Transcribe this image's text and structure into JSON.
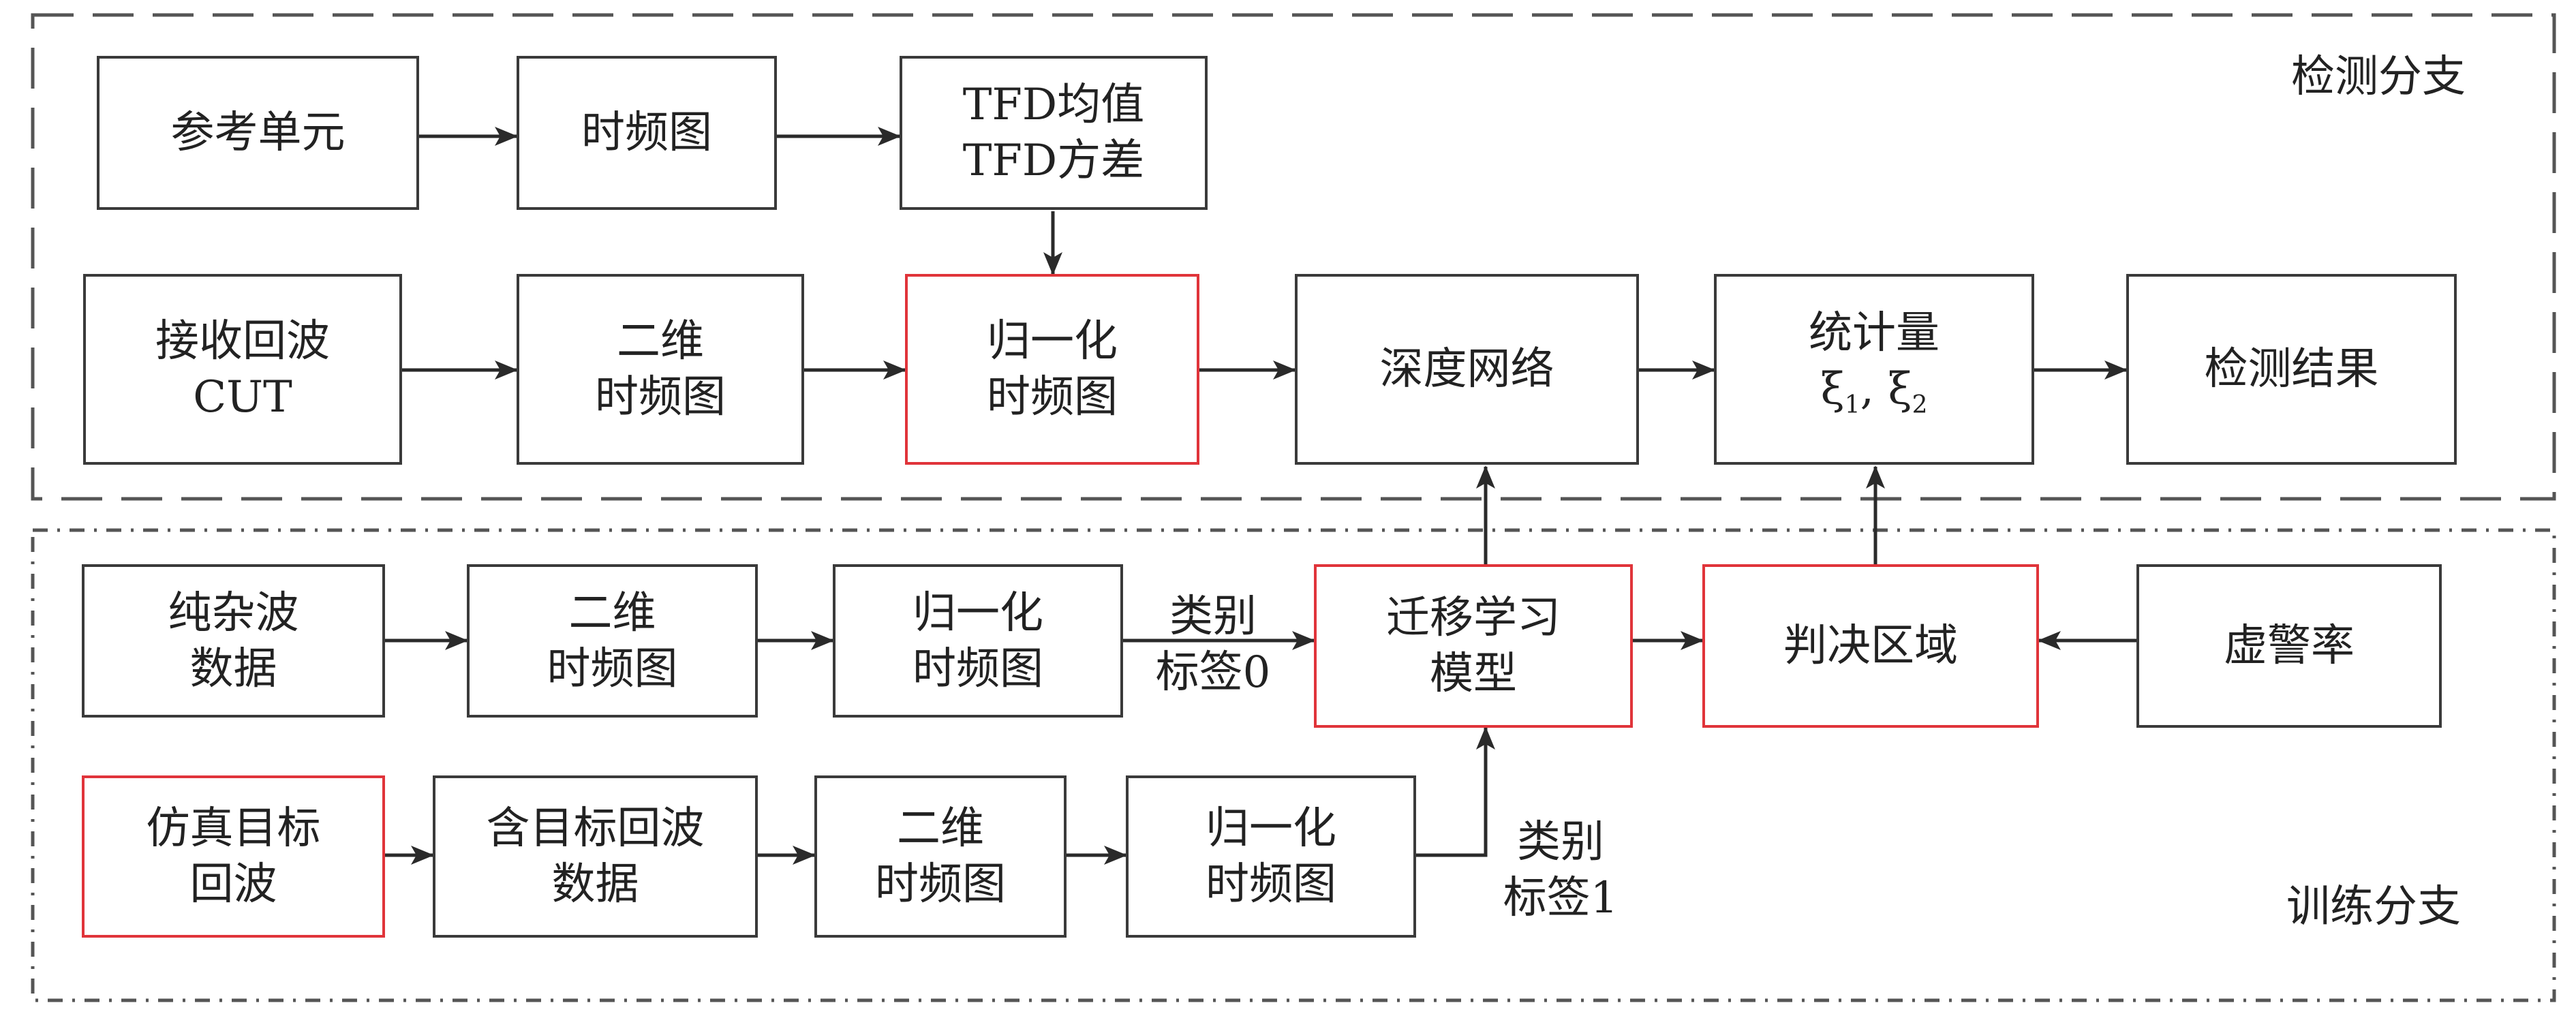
{
  "regions": {
    "detection_label": "检测分支",
    "training_label": "训练分支"
  },
  "boxes": {
    "ref_unit": [
      "参考单元"
    ],
    "tfd_ref": [
      "时频图"
    ],
    "tfd_stats": [
      "TFD均值",
      "TFD方差"
    ],
    "echo_cut": [
      "接收回波",
      "CUT"
    ],
    "tfd_2d_det": [
      "二维",
      "时频图"
    ],
    "norm_det": [
      "归一化",
      "时频图"
    ],
    "deep_net": [
      "深度网络"
    ],
    "statistic": [
      "统计量",
      "ξ1, ξ2"
    ],
    "result": [
      "检测结果"
    ],
    "clutter": [
      "纯杂波",
      "数据"
    ],
    "tfd_2d_clutter": [
      "二维",
      "时频图"
    ],
    "norm_clutter": [
      "归一化",
      "时频图"
    ],
    "transfer": [
      "迁移学习",
      "模型"
    ],
    "decision": [
      "判决区域"
    ],
    "pfa": [
      "虚警率"
    ],
    "sim_target": [
      "仿真目标",
      "回波"
    ],
    "target_data": [
      "含目标回波",
      "数据"
    ],
    "tfd_2d_target": [
      "二维",
      "时频图"
    ],
    "norm_target": [
      "归一化",
      "时频图"
    ]
  },
  "edge_labels": {
    "class0": [
      "类别",
      "标签0"
    ],
    "class1": [
      "类别",
      "标签1"
    ]
  },
  "colors": {
    "border": "#3a3a3a",
    "highlight": "#e0343a",
    "dashed": "#555555"
  }
}
